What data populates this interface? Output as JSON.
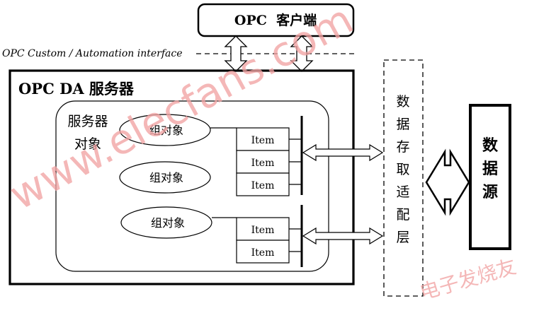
{
  "client": {
    "label": "OPC  客户端"
  },
  "interface": {
    "label": "OPC Custom / Automation interface"
  },
  "server": {
    "title": "OPC DA 服务器"
  },
  "server_object": {
    "line1": "服务器",
    "line2": "对象"
  },
  "groups": [
    "组对象",
    "组对象",
    "组对象"
  ],
  "items": {
    "group1": [
      "Item",
      "Item",
      "Item"
    ],
    "group3": [
      "Item",
      "Item"
    ]
  },
  "adapter_layer": {
    "chars": [
      "数",
      "据",
      "存",
      "取",
      "适",
      "配",
      "层"
    ]
  },
  "data_source": {
    "chars": [
      "数",
      "据",
      "源"
    ]
  },
  "watermark": {
    "site": "www.elecfans.com",
    "brand": "电子发烧友"
  }
}
